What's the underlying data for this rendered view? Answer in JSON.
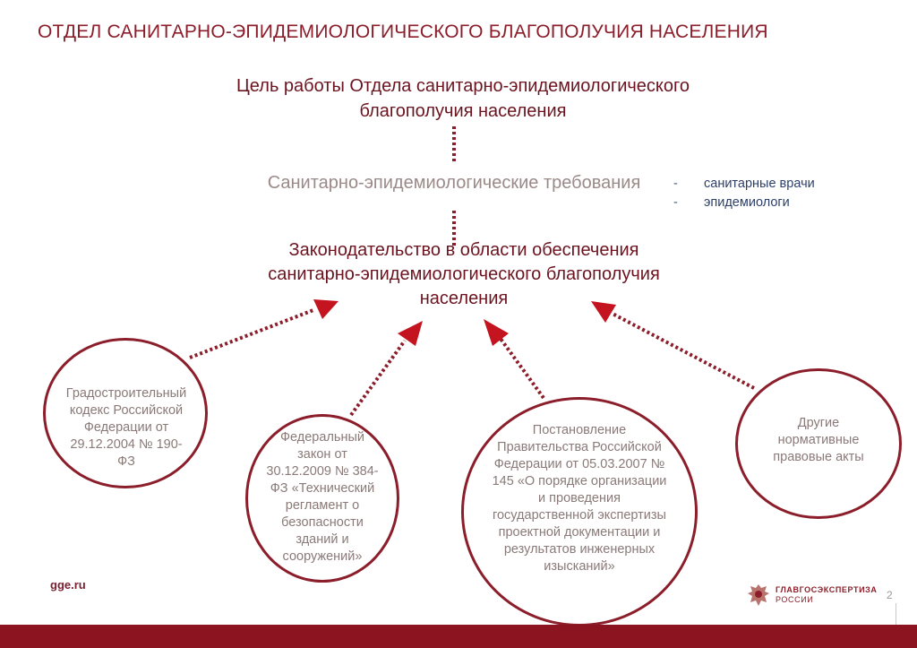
{
  "slide": {
    "title": "ОТДЕЛ САНИТАРНО-ЭПИДЕМИОЛОГИЧЕСКОГО БЛАГОПОЛУЧИЯ НАСЕЛЕНИЯ",
    "goal_line1": "Цель работы Отдела санитарно-эпидемиологического",
    "goal_line2": "благополучия населения",
    "requirements": "Санитарно-эпидемиологические требования",
    "specialists": [
      {
        "dash": "-",
        "text": "санитарные врачи"
      },
      {
        "dash": "-",
        "text": "эпидемиологи"
      }
    ],
    "law_line1": "Законодательство в области обеспечения",
    "law_line2": "санитарно-эпидемиологического благополучия",
    "law_line3": "населения",
    "sources": [
      {
        "lines": [
          "Градостроительный",
          "кодекс Российской",
          "Федерации от",
          "29.12.2004 № 190-",
          "ФЗ"
        ]
      },
      {
        "lines": [
          "Федеральный",
          "закон от",
          "30.12.2009 № 384-",
          "ФЗ «Технический",
          "регламент о",
          "безопасности",
          "зданий и",
          "сооружений»"
        ]
      },
      {
        "lines": [
          "Постановление",
          "Правительства Российской",
          "Федерации от 05.03.2007 №",
          "145 «О порядке организации",
          "и проведения",
          "государственной экспертизы",
          "проектной документации и",
          "результатов инженерных",
          "изысканий»"
        ]
      },
      {
        "lines": [
          "Другие",
          "нормативные",
          "правовые акты"
        ]
      }
    ]
  },
  "footer": {
    "site": "gge.ru",
    "logo_line1": "ГЛАВГОСЭКСПЕРТИЗА",
    "logo_line2": "РОССИИ",
    "page": "2"
  },
  "colors": {
    "accent": "#8b1e2a",
    "band": "#8b1420",
    "muted": "#9a8a88",
    "specialists": "#2c3f6b"
  }
}
